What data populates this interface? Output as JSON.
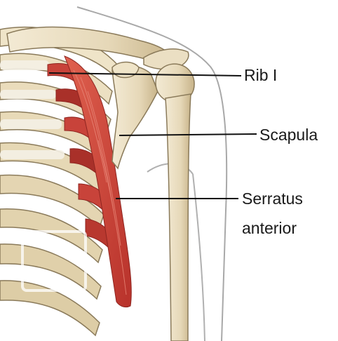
{
  "labels": {
    "rib": "Rib I",
    "scapula": "Scapula",
    "serratus_line1": "Serratus",
    "serratus_line2": "anterior"
  },
  "colors": {
    "bone": "#e8dcc0",
    "bone_shadow": "#c9b78f",
    "bone_outline": "#8a7a5a",
    "muscle": "#c8433a",
    "muscle_dark": "#9e2a24",
    "skin_outline": "#9a9a9a",
    "leader_line": "#111111"
  }
}
